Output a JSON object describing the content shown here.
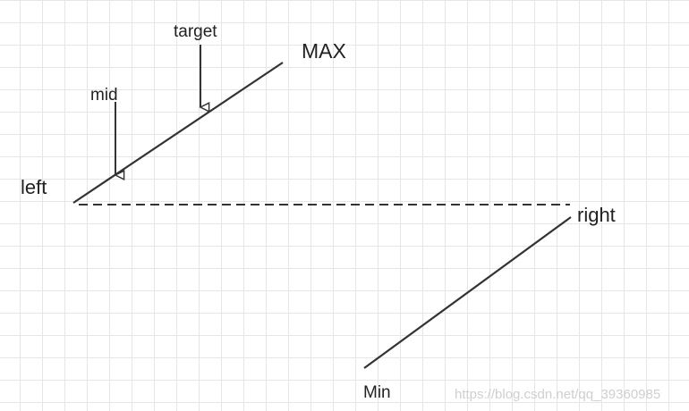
{
  "labels": {
    "target": "target",
    "max": "MAX",
    "mid": "mid",
    "left": "left",
    "right": "right",
    "min": "Min"
  },
  "watermark": "https://blog.csdn.net/qq_39360985",
  "colors": {
    "stroke": "#333333",
    "text": "#222222",
    "grid": "#e6e6e6",
    "watermark": "#cfcfcf"
  }
}
